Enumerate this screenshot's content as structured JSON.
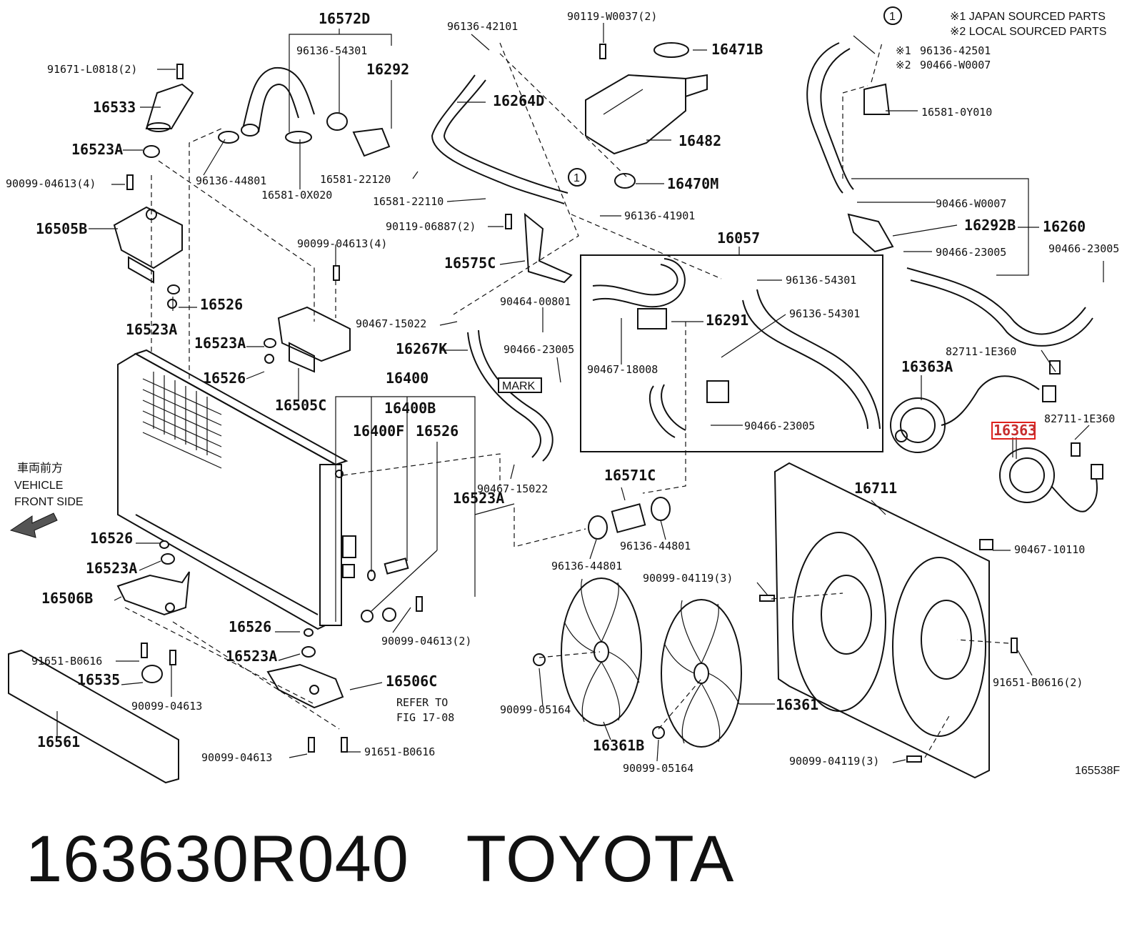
{
  "legend": {
    "callout_symbol": "1",
    "note1": "※1 JAPAN SOURCED PARTS",
    "note2": "※2 LOCAL SOURCED PARTS"
  },
  "direction": {
    "jp": "車両前方",
    "line1": "VEHICLE",
    "line2": "FRONT SIDE"
  },
  "mark_label": "MARK",
  "refer_line1": "REFER TO",
  "refer_line2": "FIG 17-08",
  "figure_code": "165538F",
  "highlighted_part": "16363",
  "labels": [
    {
      "id": "l01",
      "text": "16572D",
      "bold": true
    },
    {
      "id": "l02",
      "text": "96136-54301",
      "bold": false
    },
    {
      "id": "l03",
      "text": "16292",
      "bold": true
    },
    {
      "id": "l04",
      "text": "91671-L0818(2)",
      "bold": false
    },
    {
      "id": "l05",
      "text": "16533",
      "bold": true
    },
    {
      "id": "l06",
      "text": "16523A",
      "bold": true
    },
    {
      "id": "l07",
      "text": "90099-04613(4)",
      "bold": false
    },
    {
      "id": "l08",
      "text": "16505B",
      "bold": true
    },
    {
      "id": "l09",
      "text": "16526",
      "bold": true
    },
    {
      "id": "l10",
      "text": "16523A",
      "bold": true
    },
    {
      "id": "l11",
      "text": "96136-44801",
      "bold": false
    },
    {
      "id": "l12",
      "text": "16581-0X020",
      "bold": false
    },
    {
      "id": "l13",
      "text": "96136-42101",
      "bold": false
    },
    {
      "id": "l14",
      "text": "16264D",
      "bold": true
    },
    {
      "id": "l15",
      "text": "16581-22120",
      "bold": false
    },
    {
      "id": "l16",
      "text": "16581-22110",
      "bold": false
    },
    {
      "id": "l17",
      "text": "90119-06887(2)",
      "bold": false
    },
    {
      "id": "l18",
      "text": "16575C",
      "bold": true
    },
    {
      "id": "l19",
      "text": "90119-W0037(2)",
      "bold": false
    },
    {
      "id": "l20",
      "text": "16471B",
      "bold": true
    },
    {
      "id": "l21",
      "text": "16482",
      "bold": true
    },
    {
      "id": "l22",
      "text": "16470M",
      "bold": true
    },
    {
      "id": "l23",
      "text": "96136-41901",
      "bold": false
    },
    {
      "id": "l24",
      "text": "90099-04613(4)",
      "bold": false
    },
    {
      "id": "l25",
      "text": "16523A",
      "bold": true
    },
    {
      "id": "l26",
      "text": "16526",
      "bold": true
    },
    {
      "id": "l27",
      "text": "16505C",
      "bold": true
    },
    {
      "id": "l28",
      "text": "90467-15022",
      "bold": false
    },
    {
      "id": "l29",
      "text": "90464-00801",
      "bold": false
    },
    {
      "id": "l30",
      "text": "16267K",
      "bold": true
    },
    {
      "id": "l31",
      "text": "90466-23005",
      "bold": false
    },
    {
      "id": "l32",
      "text": "16400",
      "bold": true
    },
    {
      "id": "l33",
      "text": "16400B",
      "bold": true
    },
    {
      "id": "l34",
      "text": "16400F",
      "bold": true
    },
    {
      "id": "l35",
      "text": "16526",
      "bold": true
    },
    {
      "id": "l36",
      "text": "90467-15022",
      "bold": false
    },
    {
      "id": "l37",
      "text": "16523A",
      "bold": true
    },
    {
      "id": "l38",
      "text": "16057",
      "bold": true
    },
    {
      "id": "l39",
      "text": "96136-54301",
      "bold": false
    },
    {
      "id": "l40",
      "text": "16291",
      "bold": true
    },
    {
      "id": "l41",
      "text": "96136-54301",
      "bold": false
    },
    {
      "id": "l42",
      "text": "90467-18008",
      "bold": false
    },
    {
      "id": "l43",
      "text": "90466-23005",
      "bold": false
    },
    {
      "id": "l44",
      "text": "96136-42501",
      "bold": false
    },
    {
      "id": "l45",
      "text": "90466-W0007",
      "bold": false
    },
    {
      "id": "l46",
      "text": "16581-0Y010",
      "bold": false
    },
    {
      "id": "l47",
      "text": "90466-W0007",
      "bold": false
    },
    {
      "id": "l48",
      "text": "16292B",
      "bold": true
    },
    {
      "id": "l49",
      "text": "16260",
      "bold": true
    },
    {
      "id": "l50",
      "text": "90466-23005",
      "bold": false
    },
    {
      "id": "l51",
      "text": "90466-23005",
      "bold": false
    },
    {
      "id": "l52",
      "text": "82711-1E360",
      "bold": false
    },
    {
      "id": "l53",
      "text": "16363A",
      "bold": true
    },
    {
      "id": "l54",
      "text": "82711-1E360",
      "bold": false
    },
    {
      "id": "l55",
      "text": "16571C",
      "bold": true
    },
    {
      "id": "l56",
      "text": "96136-44801",
      "bold": false
    },
    {
      "id": "l57",
      "text": "96136-44801",
      "bold": false
    },
    {
      "id": "l58",
      "text": "16711",
      "bold": true
    },
    {
      "id": "l59",
      "text": "90467-10110",
      "bold": false
    },
    {
      "id": "l60",
      "text": "90099-04119(3)",
      "bold": false
    },
    {
      "id": "l61",
      "text": "16526",
      "bold": true
    },
    {
      "id": "l62",
      "text": "16523A",
      "bold": true
    },
    {
      "id": "l63",
      "text": "16506B",
      "bold": true
    },
    {
      "id": "l64",
      "text": "90099-04613(2)",
      "bold": false
    },
    {
      "id": "l65",
      "text": "91651-B0616",
      "bold": false
    },
    {
      "id": "l66",
      "text": "16535",
      "bold": true
    },
    {
      "id": "l67",
      "text": "90099-04613",
      "bold": false
    },
    {
      "id": "l68",
      "text": "16561",
      "bold": true
    },
    {
      "id": "l69",
      "text": "16526",
      "bold": true
    },
    {
      "id": "l70",
      "text": "16523A",
      "bold": true
    },
    {
      "id": "l71",
      "text": "16506C",
      "bold": true
    },
    {
      "id": "l72",
      "text": "90099-04613",
      "bold": false
    },
    {
      "id": "l73",
      "text": "91651-B0616",
      "bold": false
    },
    {
      "id": "l74",
      "text": "90099-05164",
      "bold": false
    },
    {
      "id": "l75",
      "text": "16361B",
      "bold": true
    },
    {
      "id": "l76",
      "text": "90099-05164",
      "bold": false
    },
    {
      "id": "l77",
      "text": "16361",
      "bold": true
    },
    {
      "id": "l78",
      "text": "91651-B0616(2)",
      "bold": false
    },
    {
      "id": "l79",
      "text": "90099-04119(3)",
      "bold": false
    },
    {
      "id": "l80",
      "text": "※1",
      "bold": false
    },
    {
      "id": "l81",
      "text": "※2",
      "bold": false
    }
  ],
  "footer": {
    "part_number": "163630R040",
    "brand": "TOYOTA"
  }
}
